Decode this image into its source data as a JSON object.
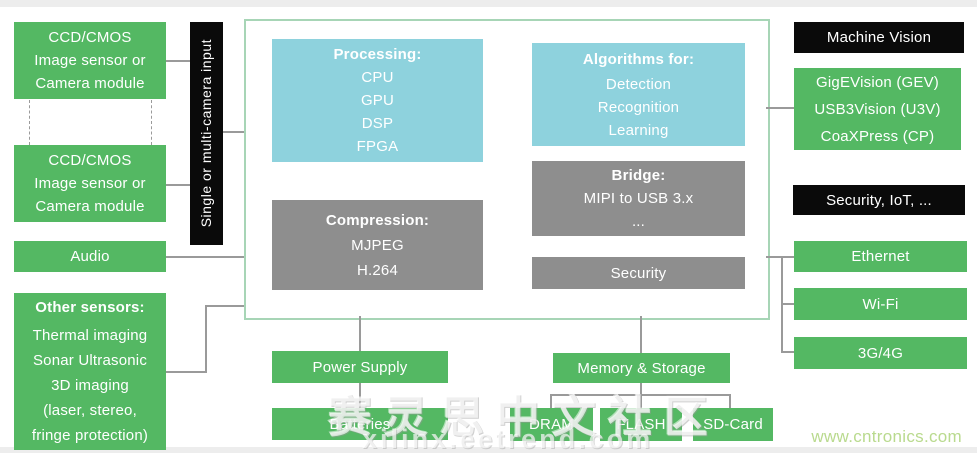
{
  "camera_modules": [
    {
      "lines": [
        "CCD/CMOS",
        "Image sensor or",
        "Camera module"
      ]
    },
    {
      "lines": [
        "CCD/CMOS",
        "Image sensor or",
        "Camera module"
      ]
    }
  ],
  "audio": {
    "label": "Audio"
  },
  "other_sensors": {
    "title": "Other sensors:",
    "lines": [
      "Thermal imaging",
      "Sonar Ultrasonic",
      "3D imaging",
      "(laser, stereo,",
      "fringe protection)"
    ]
  },
  "input_bar": {
    "label": "Single or multi-camera input"
  },
  "soc": {
    "processing": {
      "title": "Processing:",
      "items": [
        "CPU",
        "GPU",
        "DSP",
        "FPGA"
      ]
    },
    "compression": {
      "title": "Compression:",
      "items": [
        "MJPEG",
        "H.264"
      ]
    },
    "algorithms": {
      "title": "Algorithms for:",
      "items": [
        "Detection",
        "Recognition",
        "Learning"
      ]
    },
    "bridge": {
      "title": "Bridge:",
      "items": [
        "MIPI to USB 3.x",
        "..."
      ]
    },
    "security": {
      "label": "Security"
    }
  },
  "applications": {
    "machine_vision_label": "Machine Vision",
    "vision_standards": [
      "GigEVision (GEV)",
      "USB3Vision (U3V)",
      "CoaXPress (CP)"
    ],
    "security_iot_label": "Security, IoT, ...",
    "connectivity": [
      "Ethernet",
      "Wi-Fi",
      "3G/4G"
    ]
  },
  "power": {
    "supply_label": "Power Supply",
    "batteries_label": "Batteries"
  },
  "storage": {
    "memory_label": "Memory & Storage",
    "devices": [
      "DRAM",
      "FLASH",
      "SD-Card"
    ]
  },
  "watermarks": {
    "community_cn": "赛灵思中文社区",
    "community_url": "xilinx.eetrend.com",
    "site_url": "www.cntronics.com"
  },
  "colors": {
    "box_green": "#54b863",
    "box_light_blue": "#8ed2dd",
    "box_gray": "#8e8e8e",
    "box_black": "#0a0a0a",
    "soc_border_green": "#a7d5b6",
    "connector_gray": "#9a9a9a",
    "site_url_green": "#b9da8e"
  }
}
